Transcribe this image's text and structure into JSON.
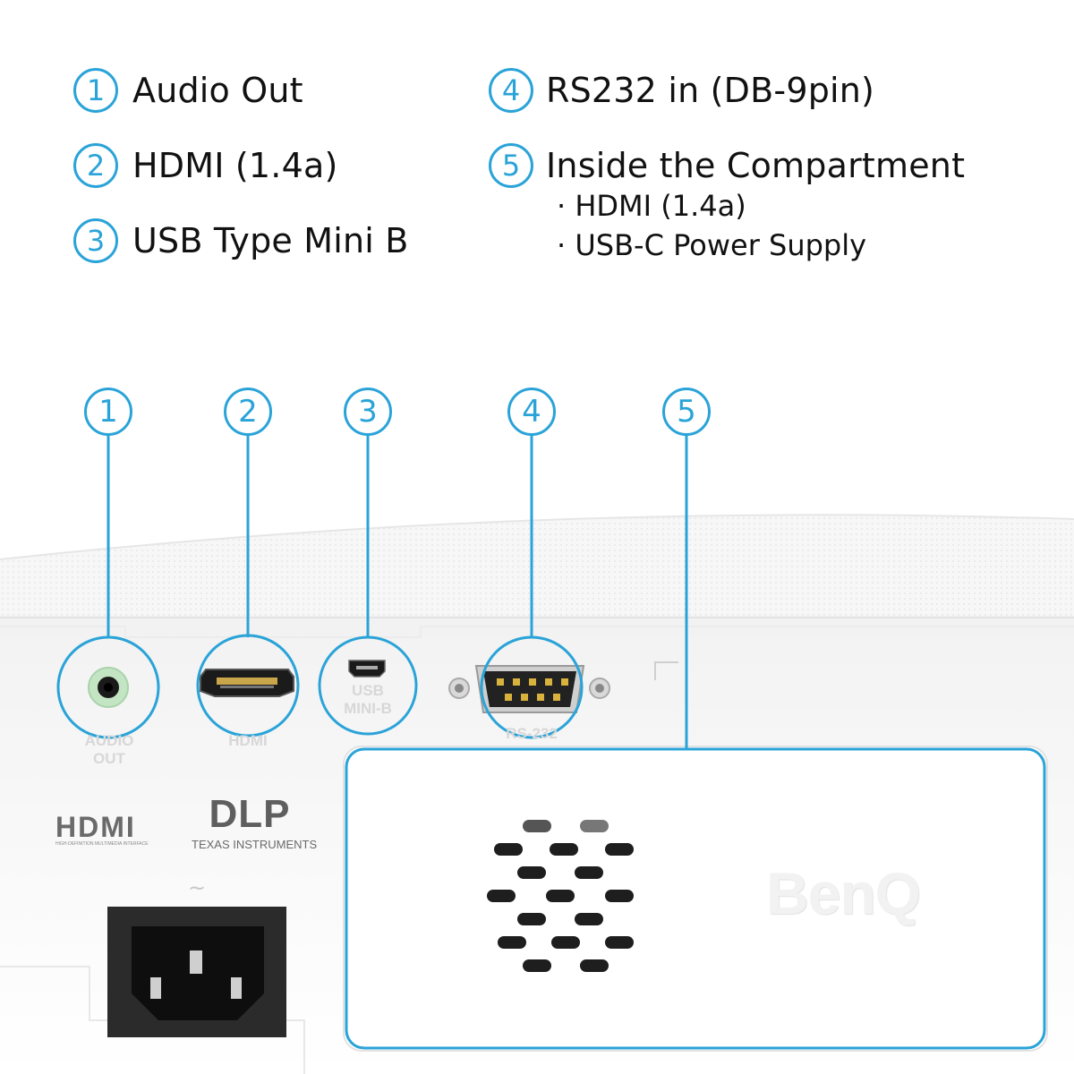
{
  "legend": [
    {
      "num": "1",
      "label": "Audio Out"
    },
    {
      "num": "2",
      "label": "HDMI (1.4a)"
    },
    {
      "num": "3",
      "label": "USB Type Mini B"
    },
    {
      "num": "4",
      "label": "RS232 in (DB-9pin)"
    },
    {
      "num": "5",
      "label": "Inside the Compartment"
    }
  ],
  "compartment_items": [
    "· HDMI (1.4a)",
    "· USB-C Power Supply"
  ],
  "callouts": [
    "1",
    "2",
    "3",
    "4",
    "5"
  ],
  "port_labels": {
    "audio_line1": "AUDIO",
    "audio_line2": "OUT",
    "hdmi": "HDMI",
    "usb_line1": "USB",
    "usb_line2": "MINI-B",
    "rs232": "RS-232"
  },
  "logos": {
    "hdmi": "HDMI",
    "hdmi_tagline": "HIGH-DEFINITION MULTIMEDIA INTERFACE",
    "dlp": "DLP",
    "dlp_maker": "TEXAS INSTRUMENTS",
    "brand": "BenQ"
  },
  "colors": {
    "accent": "#2aa3d8",
    "audio_ring": "#bfe3c0",
    "panel": "#ffffff"
  }
}
